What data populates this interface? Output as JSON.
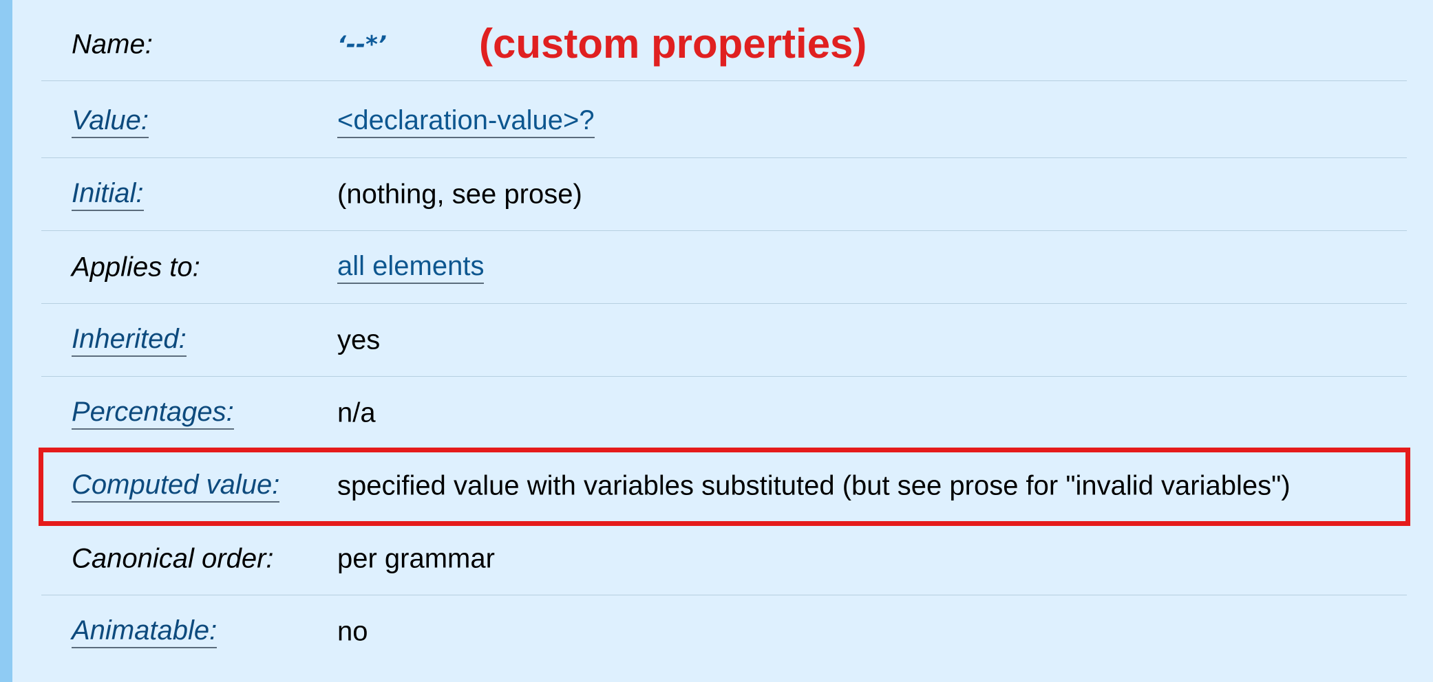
{
  "rows": [
    {
      "label": "Name:",
      "value": "‘--*’",
      "annotation": "(custom properties)"
    },
    {
      "label": "Value:",
      "value": "<declaration-value>?"
    },
    {
      "label": "Initial:",
      "value": "(nothing, see prose)"
    },
    {
      "label": "Applies to:",
      "value": "all elements"
    },
    {
      "label": "Inherited:",
      "value": "yes"
    },
    {
      "label": "Percentages:",
      "value": "n/a"
    },
    {
      "label": "Computed value:",
      "value": "specified value with variables substituted (but see prose for \"invalid variables\")"
    },
    {
      "label": "Canonical order:",
      "value": "per grammar"
    },
    {
      "label": "Animatable:",
      "value": "no"
    }
  ],
  "colors": {
    "background": "#def0fe",
    "left_bar": "#8fcbf3",
    "link": "#0d568f",
    "annotation": "#e02020",
    "highlight_border": "#e51b1b",
    "divider": "#b6cfe0"
  }
}
